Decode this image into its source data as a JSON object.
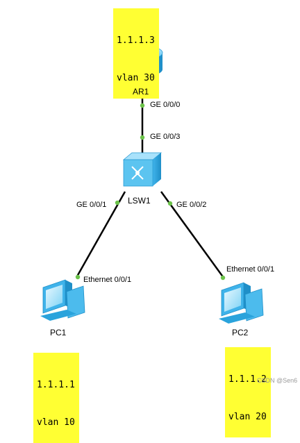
{
  "notes": {
    "ar1": {
      "ip": "1.1.1.3",
      "vlan": "vlan 30"
    },
    "pc2": {
      "ip": "1.1.1.2",
      "vlan": "vlan 20"
    },
    "pc1": {
      "ip": "1.1.1.1",
      "vlan": "vlan 10"
    }
  },
  "devices": {
    "ar1": {
      "label": "AR1",
      "icon": "router-icon"
    },
    "lsw1": {
      "label": "LSW1",
      "icon": "switch-icon"
    },
    "pc1": {
      "label": "PC1",
      "icon": "pc-icon"
    },
    "pc2": {
      "label": "PC2",
      "icon": "pc-icon"
    }
  },
  "ports": {
    "ar1_down": "GE 0/0/0",
    "lsw1_up": "GE 0/0/3",
    "lsw1_left": "GE 0/0/1",
    "lsw1_right": "GE 0/0/2",
    "pc1_port": "Ethernet 0/0/1",
    "pc2_port": "Ethernet 0/0/1"
  },
  "colors": {
    "note_bg": "#ffff33",
    "link": "#000000",
    "port_dot": "#6bc24a",
    "device_fill": "#5bc3ee",
    "device_dark": "#1f8fc8"
  },
  "watermark": "CSDN @Sen6"
}
